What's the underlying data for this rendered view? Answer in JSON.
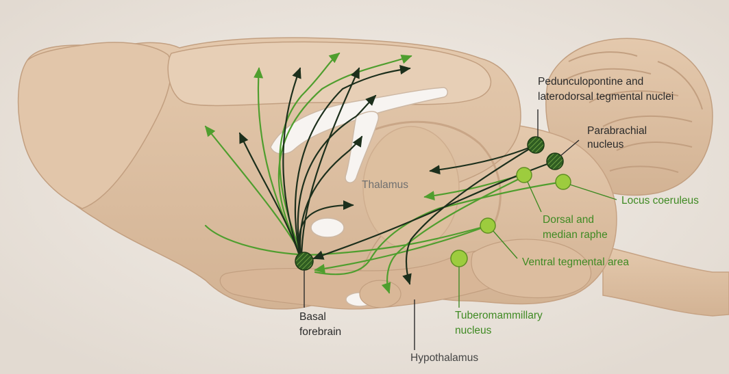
{
  "labels": {
    "pedunculopontine": [
      "Pedunculopontine and",
      "laterodorsal tegmental nuclei"
    ],
    "parabrachial": [
      "Parabrachial",
      "nucleus"
    ],
    "locus_coeruleus": "Locus coeruleus",
    "dorsal_median_raphe": [
      "Dorsal and",
      "median raphe"
    ],
    "ventral_tegmental": "Ventral tegmental area",
    "tuberomammillary": [
      "Tuberomammillary",
      "nucleus"
    ],
    "hypothalamus": "Hypothalamus",
    "basal_forebrain": [
      "Basal",
      "forebrain"
    ],
    "thalamus": "Thalamus"
  },
  "colors": {
    "tissue": "#dcbfa2",
    "tissue_dark": "#c6a283",
    "tissue_light": "#e8d2bd",
    "background": "#f5f1ec",
    "green_pathway": "#4f9e2e",
    "dark_pathway": "#1c2f1c",
    "green_nucleus": "#9dcc3e",
    "dark_nucleus": "#2f5d22",
    "green_text": "#3f8a23",
    "dark_text": "#2a2a2a",
    "gray_text": "#6f6f6f"
  }
}
